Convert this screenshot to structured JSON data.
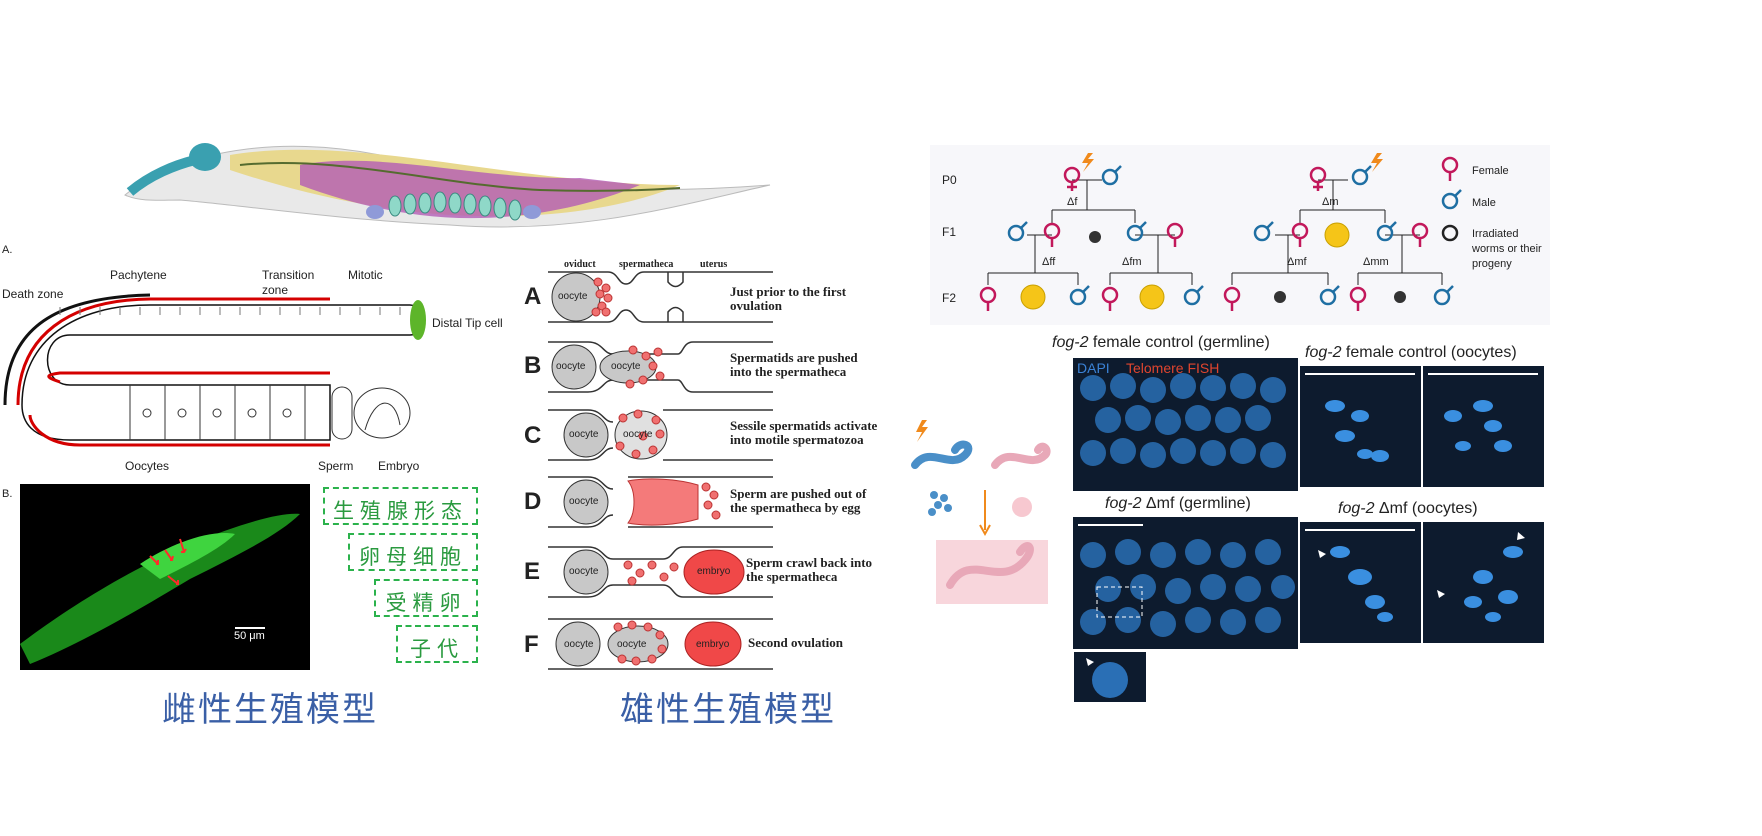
{
  "female_model": {
    "panel_a_letter": "A.",
    "panel_b_letter": "B.",
    "gonad_labels": {
      "death_zone": "Death zone",
      "pachytene": "Pachytene",
      "transition_zone": "Transition zone",
      "mitotic": "Mitotic",
      "distal_tip_cell": "Distal Tip cell",
      "oocytes": "Oocytes",
      "sperm": "Sperm",
      "embryo": "Embryo"
    },
    "scale_bar": "50 μm",
    "green_boxes": [
      "生殖腺形态",
      "卵母细胞",
      "受精卵",
      "子代"
    ],
    "caption": "雌性生殖模型"
  },
  "male_model": {
    "header": {
      "oviduct": "oviduct",
      "spermatheca": "spermatheca",
      "uterus": "uterus"
    },
    "rows": [
      {
        "letter": "A",
        "text": "Just prior to the first ovulation"
      },
      {
        "letter": "B",
        "text": "Spermatids are pushed into the spermatheca"
      },
      {
        "letter": "C",
        "text": "Sessile spermatids activate into motile spermatozoa"
      },
      {
        "letter": "D",
        "text": "Sperm are pushed out of the spermatheca by egg"
      },
      {
        "letter": "E",
        "text": "Sperm crawl back into the spermatheca"
      },
      {
        "letter": "F",
        "text": "Second ovulation"
      }
    ],
    "cell_labels": {
      "oocyte": "oocyte",
      "embryo": "embryo",
      "oocyte_partial": "oocyte"
    },
    "caption": "雄性生殖模型"
  },
  "pedigree": {
    "generations": [
      "P0",
      "F1",
      "F2"
    ],
    "labels": {
      "df": "Δf",
      "dm": "Δm",
      "dff": "Δff",
      "dfm": "Δfm",
      "dmf": "Δmf",
      "dmm": "Δmm"
    },
    "legend": [
      "Female",
      "Male",
      "Irradiated worms or their progeny"
    ],
    "colors": {
      "female": "#c2185b",
      "male": "#1f6fa3",
      "smiley": "#f5c518",
      "bolt": "#f08a1c"
    }
  },
  "microscopy": {
    "titles": {
      "germline_control": {
        "gene": "fog-2",
        "rest": "female control (germline)"
      },
      "oocytes_control": {
        "gene": "fog-2",
        "rest": "female control (oocytes)"
      },
      "germline_dmf": {
        "gene": "fog-2",
        "rest": "Δmf (germline)"
      },
      "oocytes_dmf": {
        "gene": "fog-2",
        "rest": "Δmf (oocytes)"
      }
    },
    "stain_labels": {
      "dapi": "DAPI",
      "telomere": "Telomere FISH"
    }
  }
}
